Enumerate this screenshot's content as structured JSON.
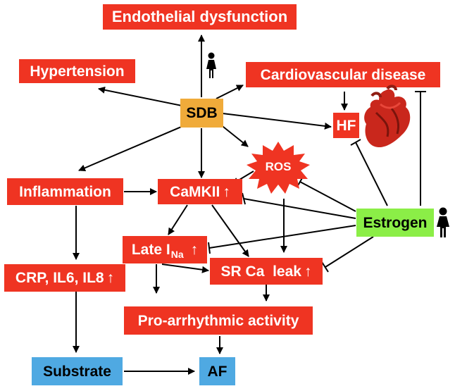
{
  "diagram": {
    "nodes": {
      "endothelial": "Endothelial dysfunction",
      "hypertension": "Hypertension",
      "cvd": "Cardiovascular disease",
      "sdb": "SDB",
      "hf": "HF",
      "ros": "ROS",
      "inflammation": "Inflammation",
      "camkii": "CaMKII",
      "estrogen": "Estrogen",
      "late_ina_main": "Late I",
      "late_ina_sub": "Na",
      "sr_ca_leak": "SR Ca  leak",
      "crp": "CRP, IL6, IL8",
      "proarrhythmic": "Pro-arrhythmic activity",
      "substrate": "Substrate",
      "af": "AF"
    },
    "up_arrow_symbol": "↑",
    "icons": [
      "female-icon",
      "heart-icon"
    ],
    "colors": {
      "outcome_red": "#ef3422",
      "sdb_orange": "#f0ab3a",
      "estrogen_green": "#8bee47",
      "substrate_blue": "#4fa9e2"
    }
  }
}
